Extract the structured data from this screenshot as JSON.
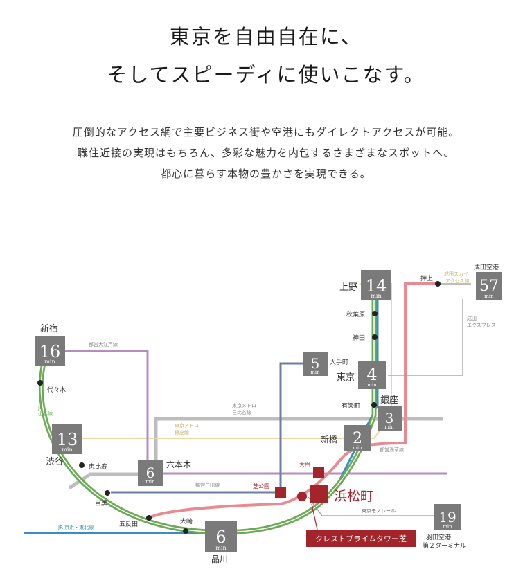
{
  "headline": {
    "line1": "東京を自由自在に、",
    "line2": "そしてスピーディに使いこなす。"
  },
  "body": {
    "line1": "圧倒的なアクセス網で主要ビジネス街や空港にもダイレクトアクセスが可能。",
    "line2": "職住近接の実現はもちろん、多彩な魅力を内包するさまざまなスポットへ、",
    "line3": "都心に暮らす本物の豊かさを実現できる。"
  },
  "colors": {
    "yamanote": "#6bab55",
    "keihin_tohoku": "#3a8cc4",
    "oedo": "#b48cc0",
    "mita": "#6c7ea8",
    "asakusa": "#e88a92",
    "hibiya": "#bdbdbd",
    "ginza": "#e8d9a0",
    "monorail": "#9a9a9a",
    "time_box": "#7a7a7a",
    "highlight": "#a3242b"
  },
  "unit": "min",
  "times": {
    "ueno": "14",
    "shinjuku": "16",
    "otemachi": "5",
    "tokyo": "4",
    "ginza": "3",
    "shimbashi": "2",
    "shibuya": "13",
    "roppongi": "6",
    "shinagawa": "6",
    "narita": "57",
    "haneda": "19"
  },
  "stations": {
    "ueno": "上野",
    "akihabara": "秋葉原",
    "kanda": "神田",
    "tokyo": "東京",
    "yurakucho": "有楽町",
    "ginza": "銀座",
    "shimbashi": "新橋",
    "daimon": "大門",
    "shibakoen": "芝公園",
    "hamamatsucho": "浜松町",
    "otemachi": "大手町",
    "shinjuku": "新宿",
    "yoyogi": "代々木",
    "shibuya": "渋谷",
    "ebisu": "恵比寿",
    "roppongi": "六本木",
    "meguro": "目黒",
    "gotanda": "五反田",
    "osaki": "大崎",
    "shinagawa": "品川",
    "oshiage": "押上",
    "narita": "成田空港",
    "haneda_1": "羽田空港",
    "haneda_2": "第２ターミナル"
  },
  "lines": {
    "oedo": "都営大江戸線",
    "yamanote_1": "JR",
    "yamanote_2": "山手線",
    "hibiya_1": "東京メトロ",
    "hibiya_2": "日比谷線",
    "ginza_1": "東京メトロ",
    "ginza_2": "銀座線",
    "mita": "都営三田線",
    "asakusa": "都営浅草線",
    "keihin_tohoku": "JR 京浜・東北線",
    "skyliner_1": "成田スカイ",
    "skyliner_2": "アクセス線",
    "nex_1": "成田",
    "nex_2": "エクスプレス",
    "monorail": "東京モノレール"
  },
  "property": "クレストプライムタワー芝"
}
